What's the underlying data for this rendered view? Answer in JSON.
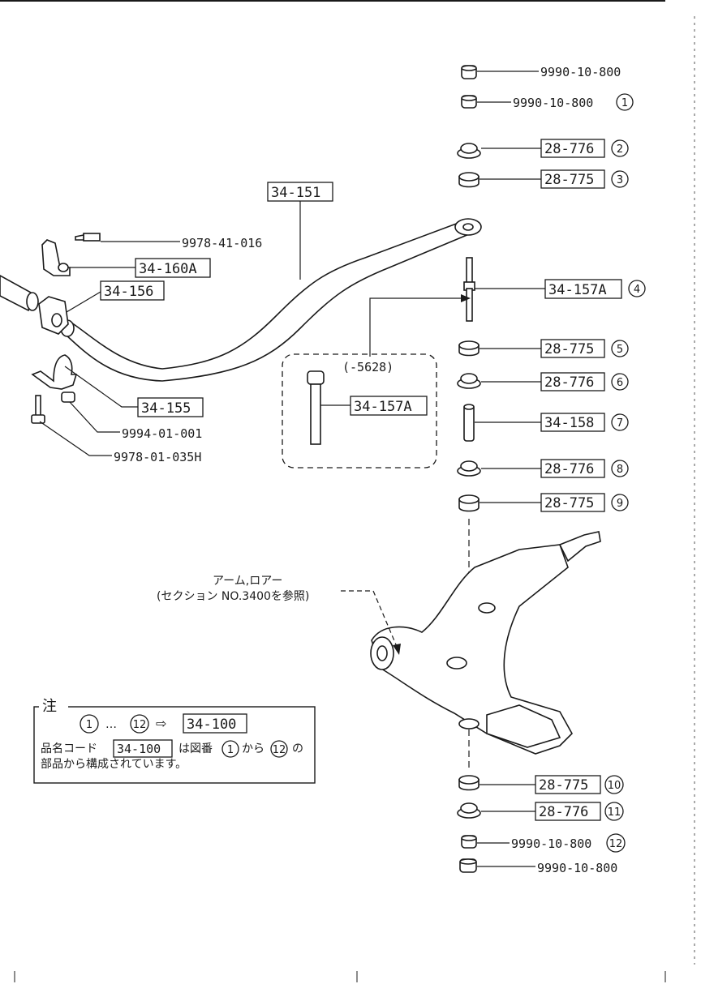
{
  "parts": {
    "nut_top_1": "9990-10-800",
    "nut_top_2": "9990-10-800",
    "nut_top_2_ref": "1",
    "bush_776_a": "28-776",
    "bush_776_a_ref": "2",
    "bush_775_a": "28-775",
    "bush_775_a_ref": "3",
    "bar": "34-151",
    "bolt_41": "9978-41-016",
    "bracket_160a": "34-160A",
    "bush_156": "34-156",
    "bolt_157a": "34-157A",
    "bolt_157a_ref": "4",
    "bush_775_b": "28-775",
    "bush_775_b_ref": "5",
    "bush_776_b": "28-776",
    "bush_776_b_ref": "6",
    "spacer_158": "34-158",
    "spacer_158_ref": "7",
    "bush_776_c": "28-776",
    "bush_776_c_ref": "8",
    "bush_775_c": "28-775",
    "bush_775_c_ref": "9",
    "clamp_155": "34-155",
    "nut_9994": "9994-01-001",
    "bolt_9978h": "9978-01-035H",
    "inset_code": "(-5628)",
    "inset_part": "34-157A",
    "bush_775_d": "28-775",
    "bush_775_d_ref": "10",
    "bush_776_d": "28-776",
    "bush_776_d_ref": "11",
    "nut_bot_1": "9990-10-800",
    "nut_bot_1_ref": "12",
    "nut_bot_2": "9990-10-800"
  },
  "arm": {
    "line1": "アーム,ロアー",
    "line2": "(セクション NO.3400を参照)"
  },
  "note": {
    "title": "注",
    "from_ref": "1",
    "ellipsis": "…",
    "to_ref": "12",
    "arrow": "⇨",
    "kit_code": "34-100",
    "text1_a": "品名コード",
    "text1_code": "34-100",
    "text1_b": "は図番",
    "text1_ref1": "1",
    "text1_c": "から",
    "text1_ref2": "12",
    "text1_d": "の",
    "text2": "部品から構成されています。"
  }
}
